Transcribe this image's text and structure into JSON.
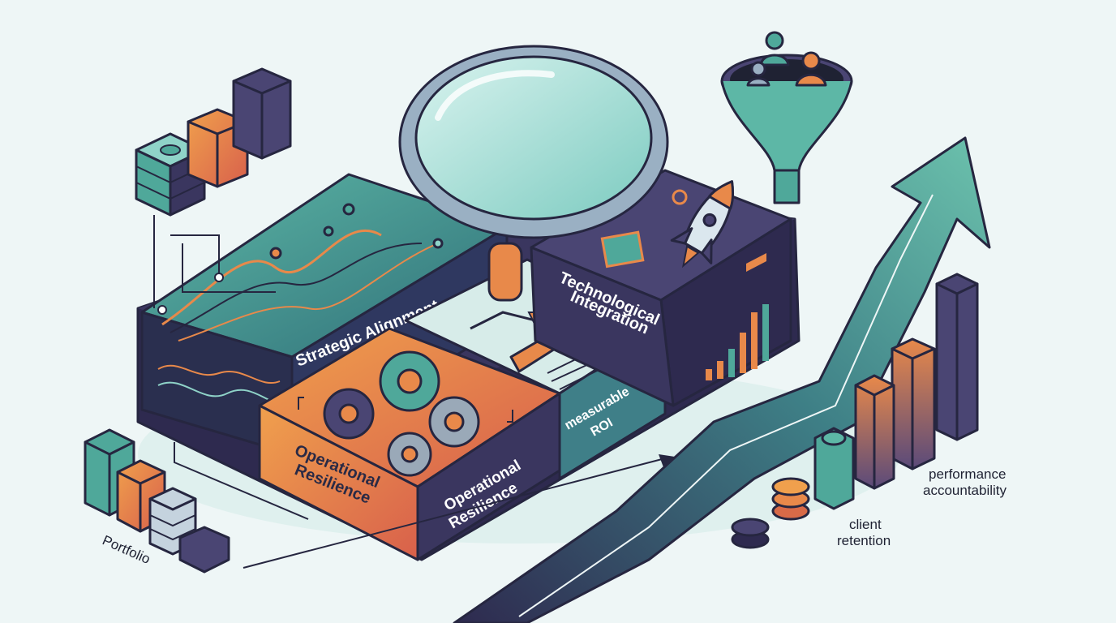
{
  "labels": {
    "strategic_alignment": "Strategic Alignment",
    "technological_integration_line1": "Technological",
    "technological_integration_line2": "Integration",
    "operational_resilience_a_line1": "Operational",
    "operational_resilience_a_line2": "Resilience",
    "operational_resilience_b_line1": "Operational",
    "operational_resilience_b_line2": "Resilience",
    "measurable_roi_line1": "measurable",
    "measurable_roi_line2": "ROI",
    "portfolio": "Portfolio",
    "client_retention_line1": "client",
    "client_retention_line2": "retention",
    "performance_accountability_line1": "performance",
    "performance_accountability_line2": "accountability"
  },
  "colors": {
    "teal": "#4fa89a",
    "teal_light": "#8fd3c8",
    "orange": "#e8894a",
    "orange_dark": "#d86a48",
    "navy": "#2e2a4f",
    "purple": "#4a4573",
    "outline": "#262640",
    "background": "#eef6f6"
  },
  "icons": [
    "magnifying-glass-icon",
    "funnel-icon",
    "people-icon",
    "rocket-icon",
    "gear-icon",
    "growth-arrow-icon",
    "money-stack-icon",
    "bar-chart-icon",
    "coin-stack-icon"
  ]
}
